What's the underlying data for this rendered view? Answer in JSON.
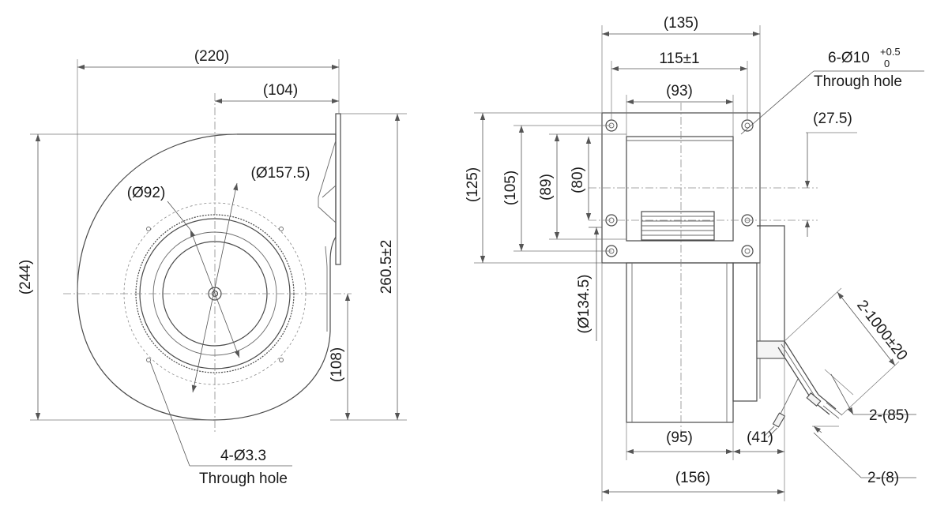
{
  "front_view": {
    "dim_width_total": "(220)",
    "dim_outlet_offset": "(104)",
    "dim_inner_diameter": "(Ø92)",
    "dim_outer_diameter": "(Ø157.5)",
    "dim_height_body": "(244)",
    "dim_height_total": "260.5±2",
    "dim_center_to_base": "(108)",
    "holes_count": "4-Ø3.3",
    "holes_type": "Through hole"
  },
  "side_view": {
    "dim_flange_width": "(135)",
    "dim_hole_spacing_width": "115±1",
    "dim_outlet_width": "(93)",
    "flange_holes_count": "6-Ø10",
    "flange_holes_tol_upper": "+0.5",
    "flange_holes_tol_lower": "0",
    "flange_holes_type": "Through hole",
    "dim_center_offset": "(27.5)",
    "dim_flange_height": "(125)",
    "dim_hole_spacing_height": "(105)",
    "dim_outlet_height_outer": "(89)",
    "dim_outlet_height_inner": "(80)",
    "dim_motor_diameter": "(Ø134.5)",
    "dim_lead_length": "2-1000±20",
    "dim_strip_length": "2-(85)",
    "dim_wire_end": "2-(8)",
    "dim_housing_depth": "(95)",
    "dim_motor_depth": "(41)",
    "dim_total_depth": "(156)"
  }
}
